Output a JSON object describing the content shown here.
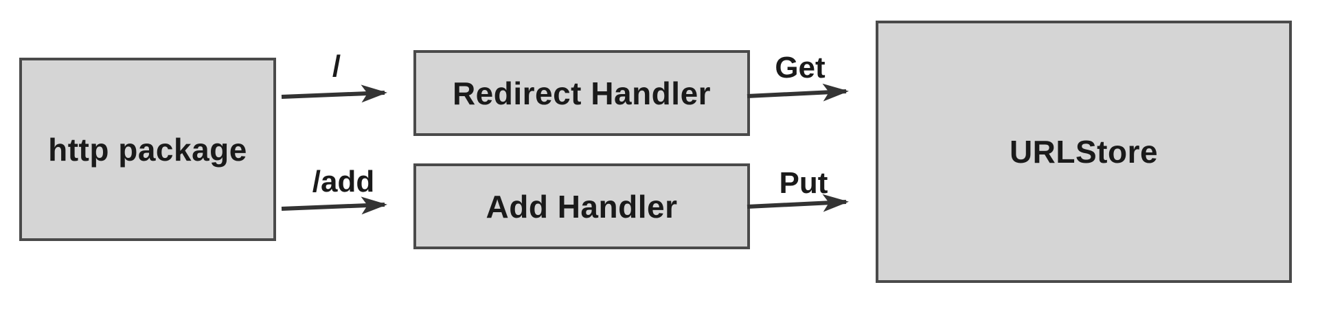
{
  "page": {
    "background": "#ffffff"
  },
  "diagram": {
    "type": "flow",
    "nodes": {
      "http_package": {
        "label": "http package"
      },
      "redirect_handler": {
        "label": "Redirect Handler"
      },
      "add_handler": {
        "label": "Add Handler"
      },
      "urlstore": {
        "label": "URLStore"
      }
    },
    "edges": {
      "root": {
        "label": "/",
        "from": "http_package",
        "to": "redirect_handler"
      },
      "add": {
        "label": "/add",
        "from": "http_package",
        "to": "add_handler"
      },
      "get": {
        "label": "Get",
        "from": "redirect_handler",
        "to": "urlstore"
      },
      "put": {
        "label": "Put",
        "from": "add_handler",
        "to": "urlstore"
      }
    },
    "colors": {
      "node_fill": "#d5d5d5",
      "node_border": "#4a4a4a",
      "arrow": "#333333",
      "text": "#1a1a1a",
      "background": "#ffffff"
    }
  }
}
